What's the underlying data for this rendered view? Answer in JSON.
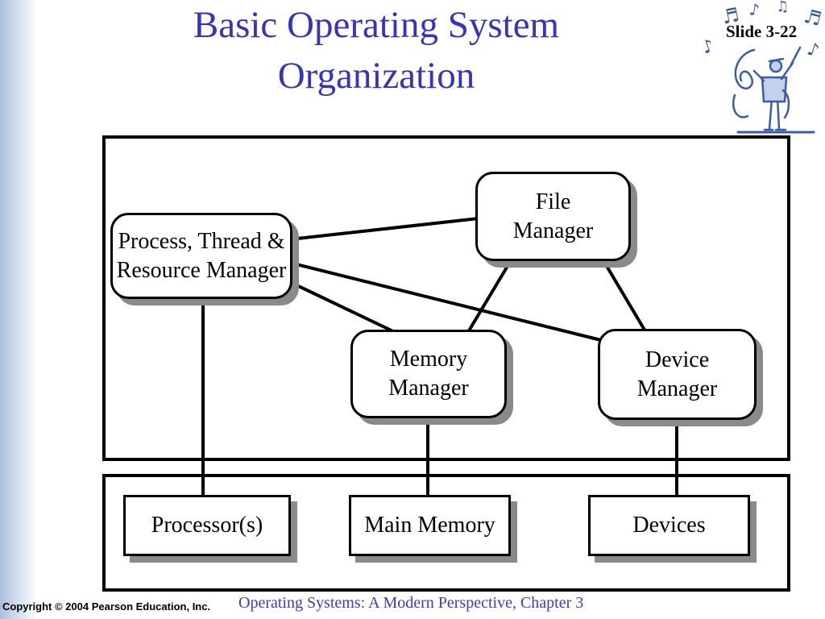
{
  "slide": {
    "title_line1": "Basic Operating System",
    "title_line2": "Organization",
    "slide_number": "Slide 3-22"
  },
  "diagram": {
    "managers": {
      "ptrm": {
        "line1": "Process, Thread &",
        "line2": "Resource Manager"
      },
      "file": {
        "line1": "File",
        "line2": "Manager"
      },
      "memory": {
        "line1": "Memory",
        "line2": "Manager"
      },
      "device": {
        "line1": "Device",
        "line2": "Manager"
      }
    },
    "hardware": {
      "processor": {
        "label": "Processor(s)"
      },
      "main_memory": {
        "label": "Main Memory"
      },
      "devices": {
        "label": "Devices"
      }
    }
  },
  "footer": {
    "copyright": "Copyright © 2004 Pearson Education, Inc.",
    "book_title": "Operating Systems: A Modern Perspective, Chapter 3"
  },
  "decor": {
    "clipart": "conductor-with-music-notes",
    "notes": [
      "♬",
      "♪",
      "♫",
      "♬",
      "♪",
      "♪"
    ]
  },
  "colors": {
    "title_blue": "#3534bb",
    "footer_blue": "#3d3bbf",
    "line_black": "#000000",
    "shadow_gray": "#8a8a8a",
    "accent_bar_blue": "#a9bedb",
    "clipart_blue": "#3a5ca8"
  }
}
